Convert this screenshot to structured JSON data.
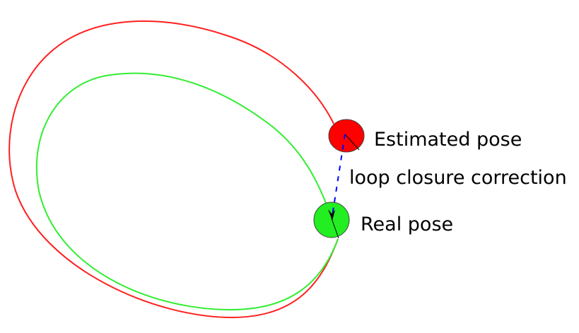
{
  "labels": {
    "estimated": "Estimated pose",
    "correction": "loop closure correction",
    "real": "Real pose"
  },
  "colors": {
    "estimated": "#ff0000",
    "real": "#00ee00",
    "correction": "#0000ff"
  }
}
